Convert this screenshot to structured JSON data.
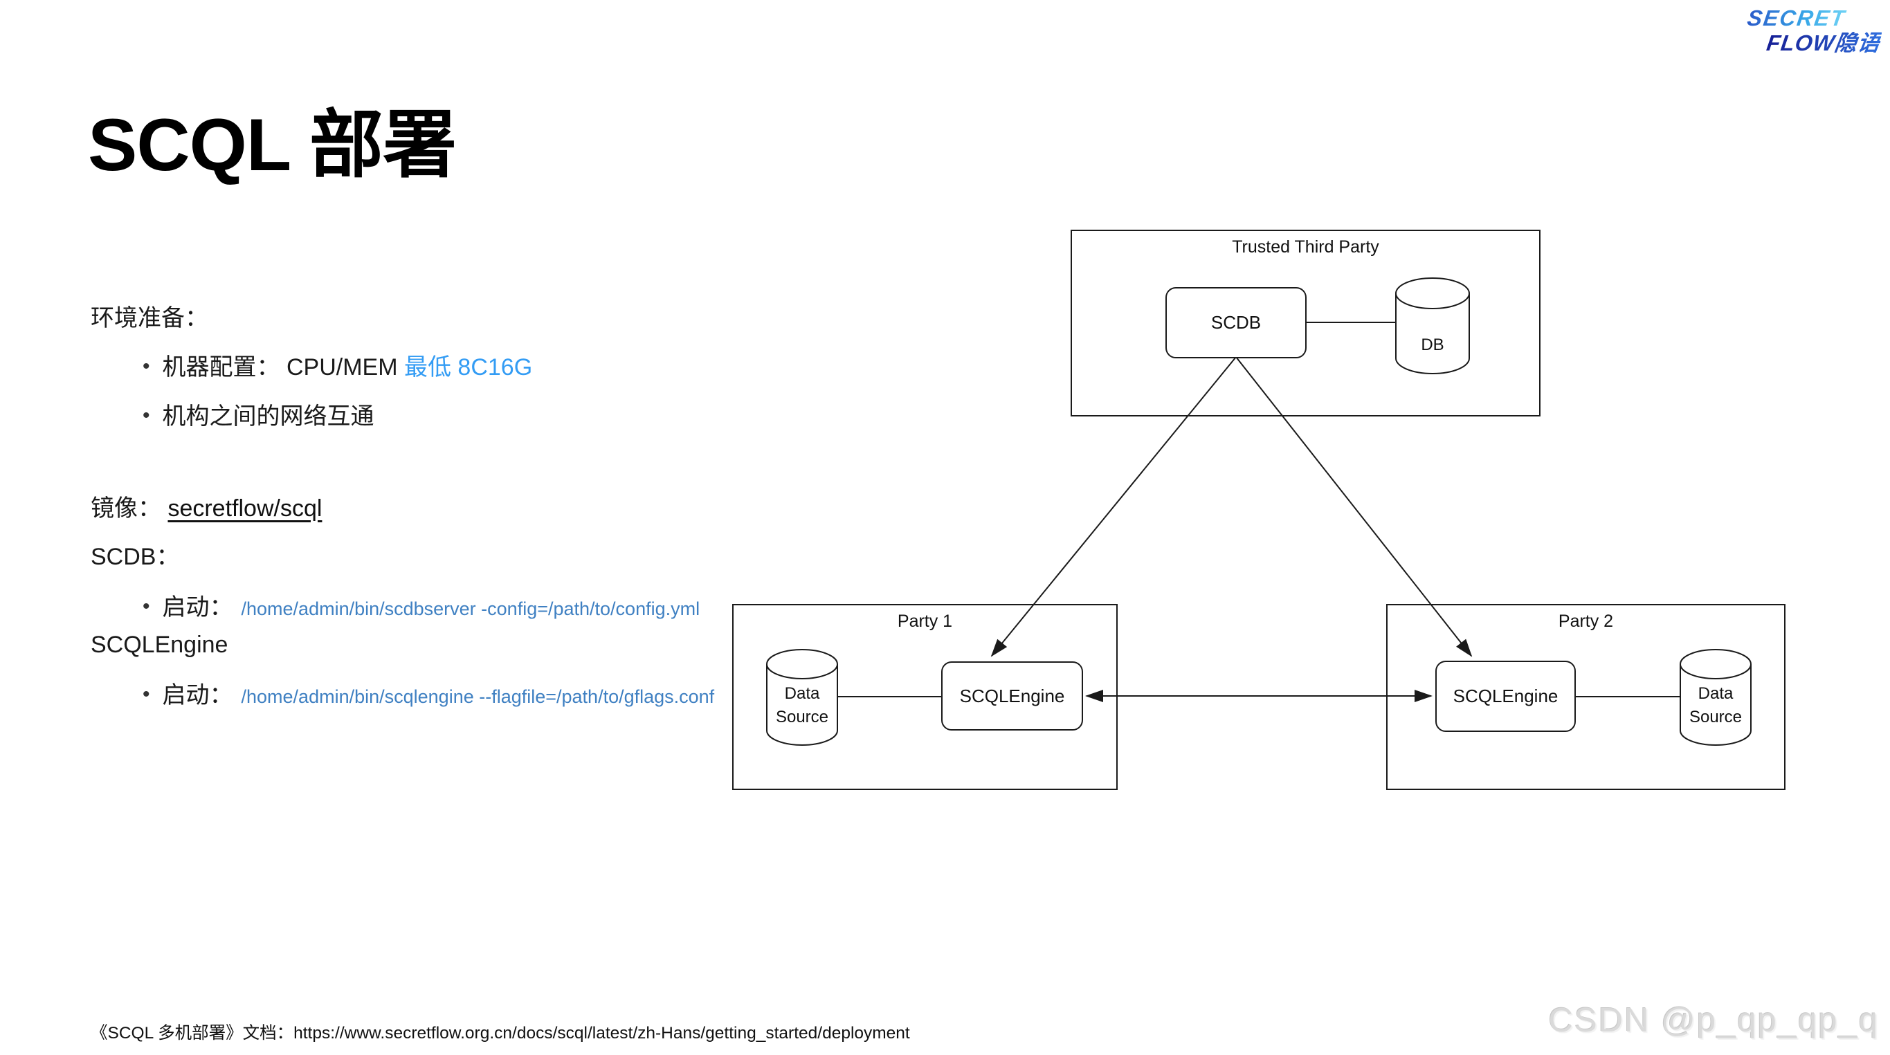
{
  "title": "SCQL 部署",
  "logo": {
    "line1": "SECRET",
    "line2": "FLOW隐语"
  },
  "left": {
    "env_heading": "环境准备：",
    "bullet1_text": "机器配置： CPU/MEM ",
    "bullet1_highlight": "最低 8C16G",
    "bullet2_text": "机构之间的网络互通",
    "image_label": "镜像：",
    "image_link": "secretflow/scql",
    "scdb_heading": "SCDB：",
    "scdb_launch_label": "启动：",
    "scdb_command": "/home/admin/bin/scdbserver -config=/path/to/config.yml",
    "engine_heading": "SCQLEngine",
    "engine_launch_label": "启动：",
    "engine_command": "/home/admin/bin/scqlengine --flagfile=/path/to/gflags.conf"
  },
  "diagram": {
    "ttp_label": "Trusted Third Party",
    "scdb_label": "SCDB",
    "db_label": "DB",
    "party1_label": "Party 1",
    "party2_label": "Party 2",
    "engine1_label": "SCQLEngine",
    "engine2_label": "SCQLEngine",
    "ds1_line1": "Data",
    "ds1_line2": "Source",
    "ds2_line1": "Data",
    "ds2_line2": "Source"
  },
  "footer": {
    "doc_label": "《SCQL 多机部署》文档：",
    "doc_url": "https://www.secretflow.org.cn/docs/scql/latest/zh-Hans/getting_started/deployment"
  },
  "watermark": "CSDN @p_qp_qp_q",
  "colors": {
    "accent_blue": "#339CF4",
    "command_blue": "#3F80C2",
    "watermark_gray": "#dadada"
  }
}
